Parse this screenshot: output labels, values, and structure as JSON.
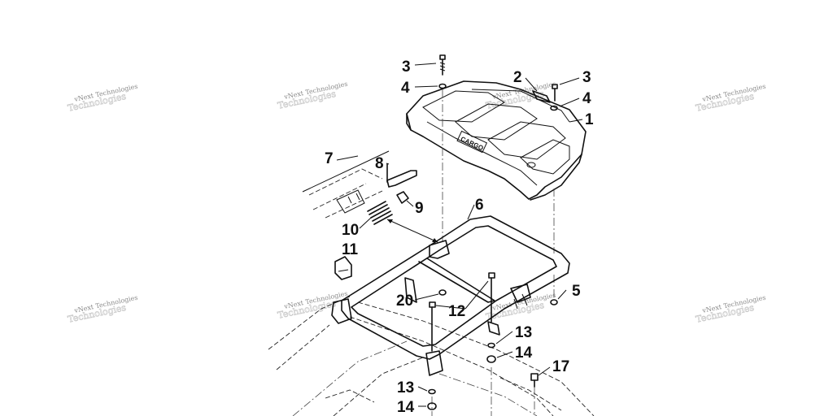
{
  "watermark": {
    "line1": "vNext Technologies",
    "line2": "Technologies"
  },
  "callouts": {
    "c1": "1",
    "c2": "2",
    "c3a": "3",
    "c3b": "3",
    "c4a": "4",
    "c4b": "4",
    "c5": "5",
    "c6": "6",
    "c7": "7",
    "c8": "8",
    "c9": "9",
    "c10": "10",
    "c11": "11",
    "c12": "12",
    "c13a": "13",
    "c13b": "13",
    "c14a": "14",
    "c14b": "14",
    "c17": "17",
    "c20": "20"
  },
  "rack_label": "CARGO"
}
